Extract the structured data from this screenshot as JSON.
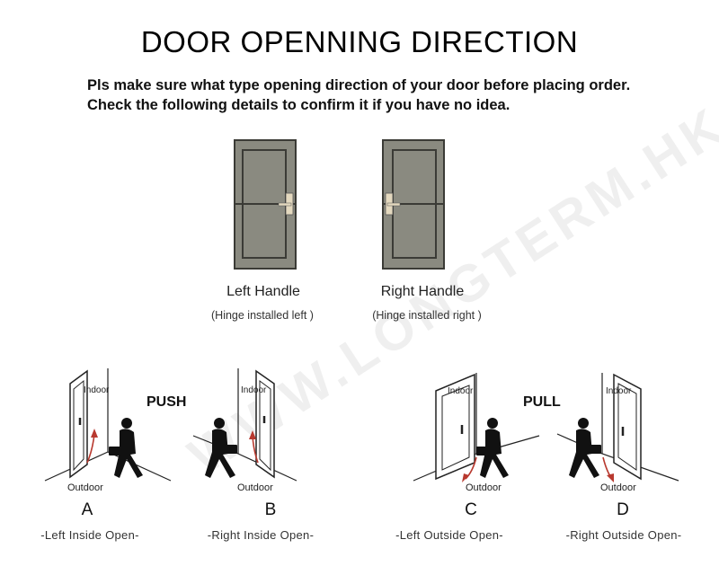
{
  "title": "DOOR OPENNING DIRECTION",
  "intro": {
    "line1": "Pls make sure what type opening direction of your door before placing order.",
    "line2": "Check the following details to confirm it if you have no idea."
  },
  "doors": [
    {
      "label": "Left Handle",
      "sub": "(Hinge installed left )"
    },
    {
      "label": "Right Handle",
      "sub": "(Hinge installed right )"
    }
  ],
  "modes": {
    "push": "PUSH",
    "pull": "PULL"
  },
  "scene_text": {
    "indoor": "Indoor",
    "outdoor": "Outdoor"
  },
  "openings": [
    {
      "letter": "A",
      "caption": "-Left Inside Open-"
    },
    {
      "letter": "B",
      "caption": "-Right Inside Open-"
    },
    {
      "letter": "C",
      "caption": "-Left Outside Open-"
    },
    {
      "letter": "D",
      "caption": "-Right Outside Open-"
    }
  ],
  "watermark": "WWW.LONGTERM.HK",
  "colors": {
    "door_fill": "#8a8a80",
    "door_frame": "#3b3b36",
    "handle": "#e4d9bf",
    "arrow": "#b8392f"
  }
}
